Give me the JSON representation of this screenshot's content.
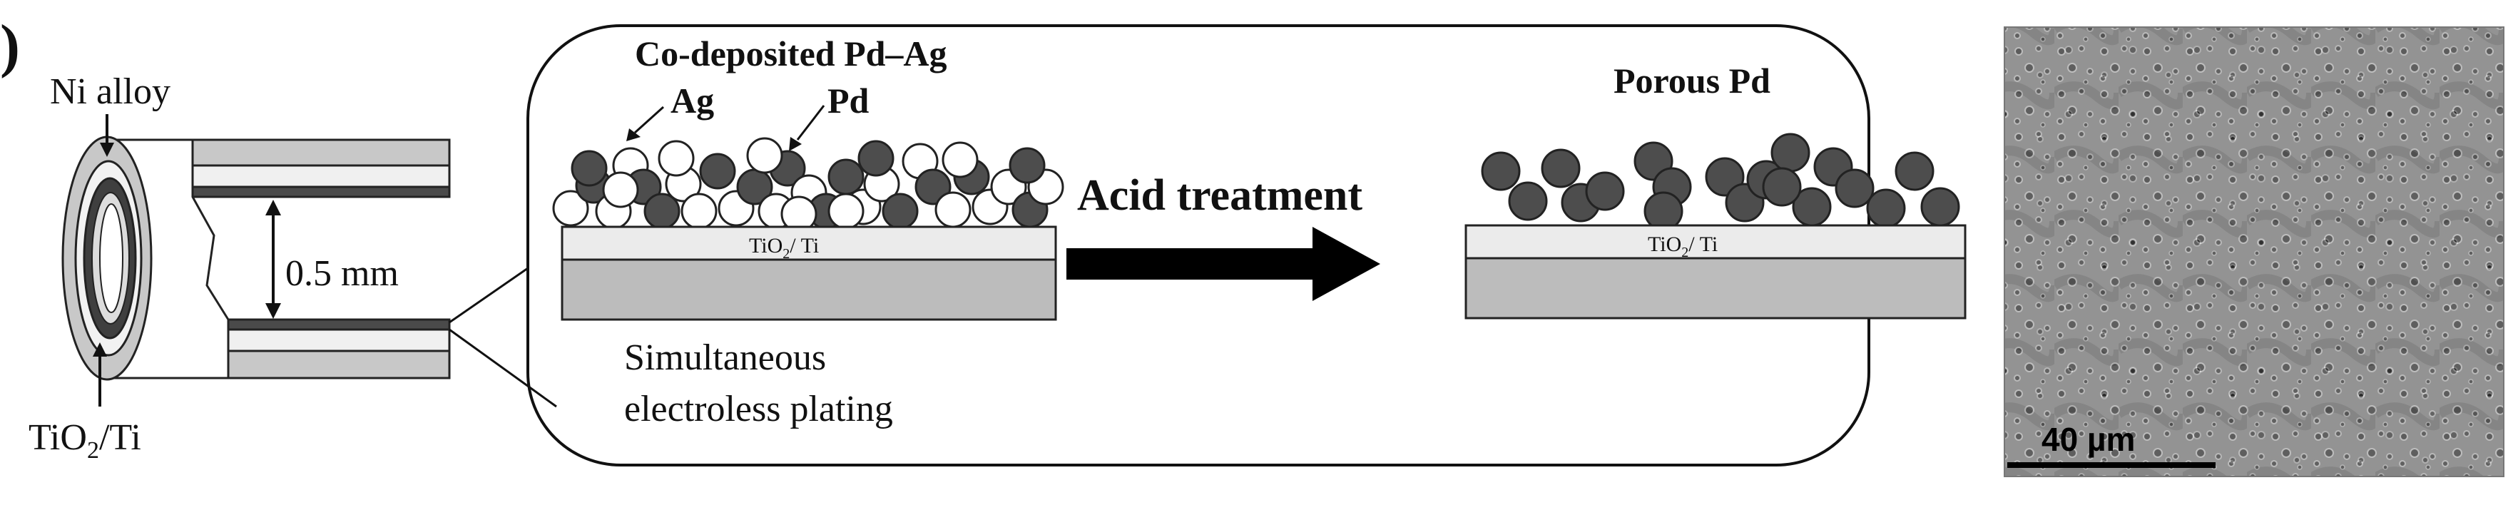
{
  "panel_marker": ")",
  "tube": {
    "outer_label": "Ni alloy",
    "inner_label_main": "TiO",
    "inner_label_sub": "2",
    "inner_label_tail": "/Ti",
    "gap_label": "0.5 mm"
  },
  "before": {
    "title": "Co-deposited Pd–Ag",
    "ag_label": "Ag",
    "pd_label": "Pd",
    "substrate_main": "TiO",
    "substrate_sub": "2",
    "substrate_tail": "/ Ti",
    "caption_line1": "Simultaneous",
    "caption_line2": "electroless plating"
  },
  "process": {
    "arrow_label": "Acid treatment"
  },
  "after": {
    "title": "Porous Pd",
    "substrate_main": "TiO",
    "substrate_sub": "2",
    "substrate_tail": "/ Ti"
  },
  "micrograph": {
    "scale_label": "40 µm"
  },
  "colors": {
    "pd_particle": "#4d4d4d",
    "ag_particle": "#ffffff",
    "ni_alloy": "#c8c8c8",
    "tio2_layer": "#e6e6e6",
    "ti_layer": "#bdbdbd",
    "arrow": "#000000",
    "sem_background": "#8f8f8f"
  }
}
